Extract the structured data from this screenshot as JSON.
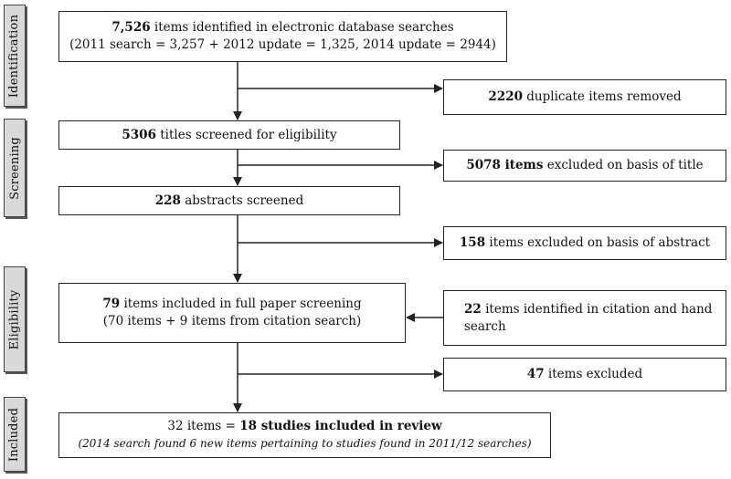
{
  "phases": {
    "identification": "Identification",
    "screening": "Screening",
    "eligibility": "Eligibility",
    "included": "Included"
  },
  "boxes": {
    "identified": {
      "bold": "7,526",
      "text": " items identified in electronic database searches",
      "line2": "(2011 search = 3,257 + 2012 update = 1,325, 2014 update = 2944)"
    },
    "duplicates": {
      "bold": "2220",
      "text": " duplicate items removed"
    },
    "titles": {
      "bold": "5306",
      "text": " titles screened for eligibility"
    },
    "title_excluded": {
      "bold": "5078 items",
      "text": " excluded on basis of title"
    },
    "abstracts": {
      "bold": "228",
      "text": " abstracts screened"
    },
    "abstract_excluded": {
      "bold": "158",
      "text": " items excluded on basis of abstract"
    },
    "fullpaper": {
      "bold": "79",
      "text": " items included in full paper screening",
      "line2": "(70 items + 9 items from citation search)"
    },
    "citation": {
      "bold": "22",
      "text": " items identified in citation and hand",
      "line2": "search"
    },
    "excluded47": {
      "bold": "47",
      "text": " items excluded"
    },
    "included": {
      "text": "32 items = ",
      "bold": "18 studies included in review",
      "line2": "(2014 search found 6 new items pertaining to studies found in 2011/12 searches)"
    }
  },
  "colors": {
    "line": "#222222",
    "phase_fill": "#d9d9d9"
  }
}
